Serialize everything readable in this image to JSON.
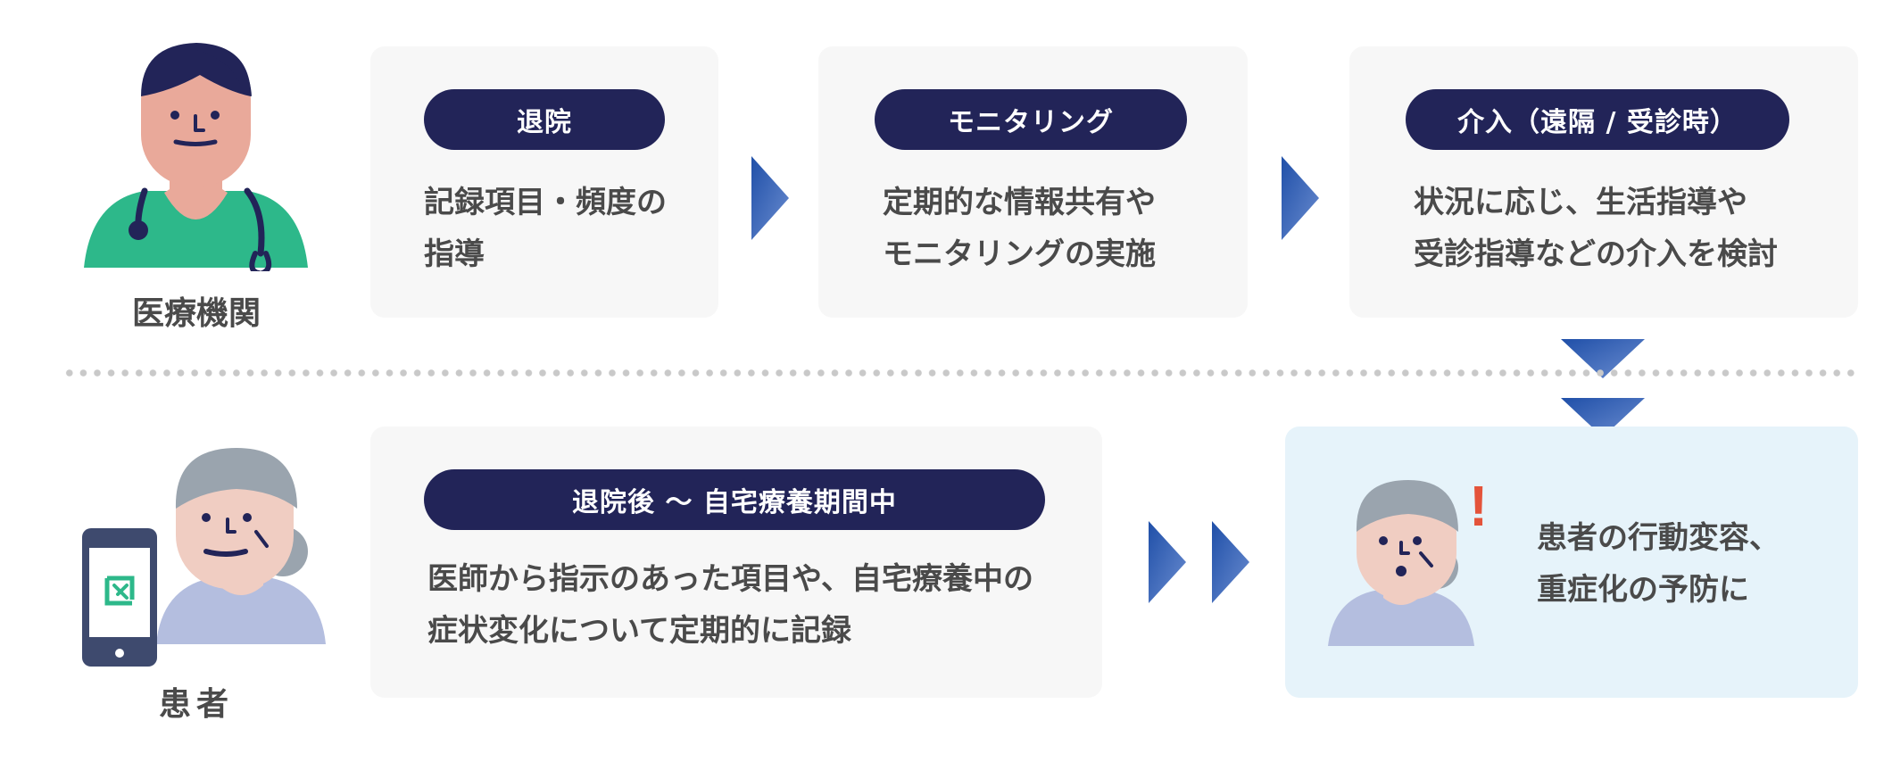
{
  "roles": {
    "provider": "医療機関",
    "patient": "患者"
  },
  "steps": [
    {
      "label": "退院",
      "text": [
        "記録項目・頻度の",
        "指導"
      ]
    },
    {
      "label": "モニタリング",
      "text": [
        "定期的な情報共有や",
        "モニタリングの実施"
      ]
    },
    {
      "label": "介入（遠隔 / 受診時）",
      "text": [
        "状況に応じ、生活指導や",
        "受診指導などの介入を検討"
      ]
    }
  ],
  "patient_step": {
    "label": "退院後 〜 自宅療養期間中",
    "text": [
      "医師から指示のあった項目や、自宅療養中の",
      "症状変化について定期的に記録"
    ]
  },
  "result": {
    "text": [
      "患者の行動変容、",
      "重症化の予防に"
    ],
    "alert": "!"
  },
  "colors": {
    "pill_bg": "#222458",
    "card_bg": "#f7f7f7",
    "result_bg": "#e6f3fa",
    "arrow_start": "#2a5cb0",
    "arrow_end": "#5a7fc9",
    "doctor_scrubs": "#2db88a",
    "alert": "#e4533a"
  },
  "icons": {
    "doctor": "doctor-avatar",
    "patient": "elderly-patient-avatar",
    "phone": "smartphone-app-icon",
    "arrow": "chevron-right-icon"
  }
}
